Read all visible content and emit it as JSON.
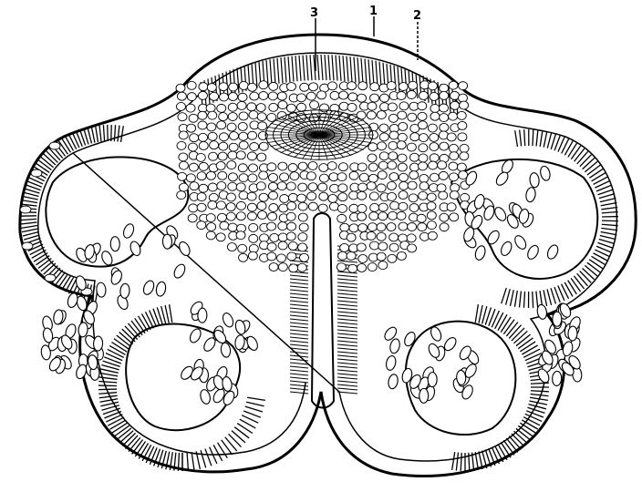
{
  "labels": [
    {
      "id": "label-3",
      "text": "3"
    },
    {
      "id": "label-1",
      "text": "1"
    },
    {
      "id": "label-2",
      "text": "2"
    }
  ],
  "colors": {
    "ink": "#000000",
    "paper": "#ffffff"
  }
}
